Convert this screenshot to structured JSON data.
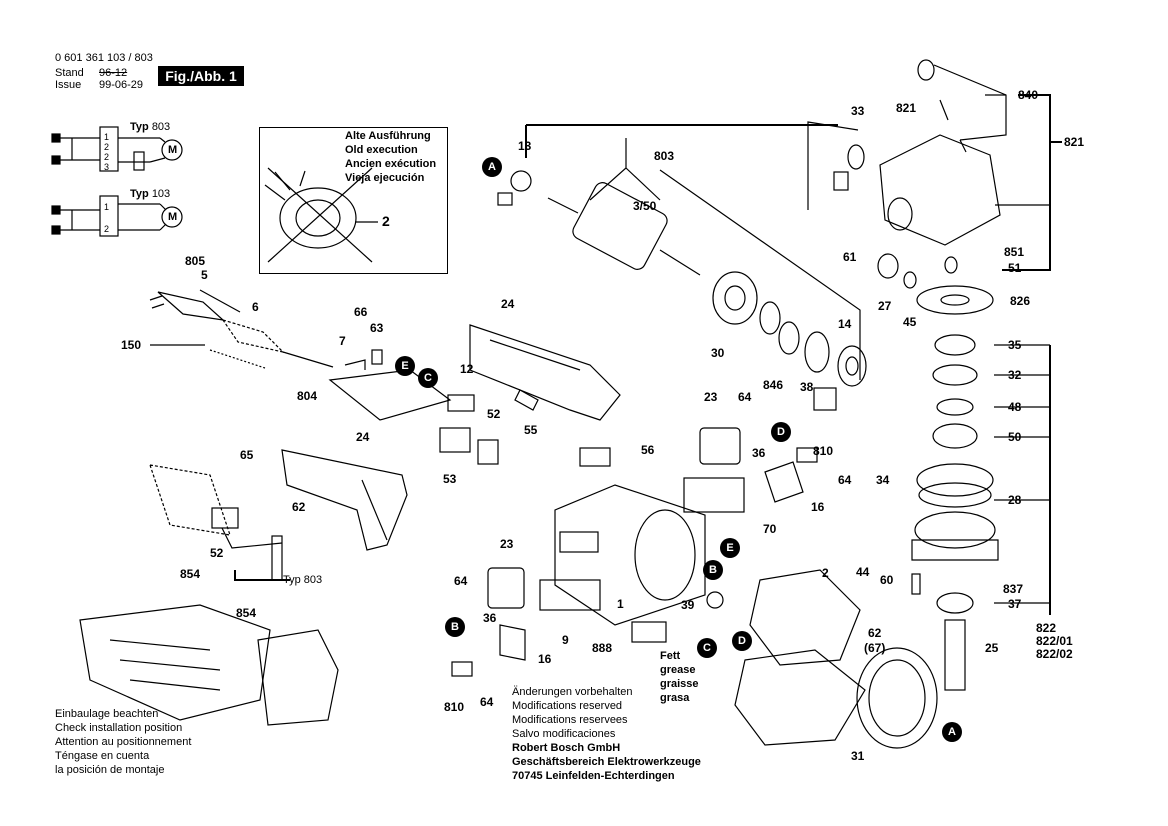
{
  "header": {
    "doc_number": "0 601 361 103 / 803",
    "stand_label": "Stand",
    "issue_label": "Issue",
    "stand_old_date": "96-12",
    "issue_date": "99-06-29",
    "fig_label": "Fig./Abb. 1"
  },
  "old_execution": {
    "lines": [
      "Alte Ausführung",
      "Old execution",
      "Ancien exécution",
      "Vieja ejecución"
    ],
    "part": "2"
  },
  "circuits": {
    "typ803": {
      "label": "Typ",
      "value": "803"
    },
    "typ103": {
      "label": "Typ",
      "value": "103"
    },
    "motor_symbol": "M",
    "terminals_803": [
      "1",
      "2",
      "2",
      "3"
    ],
    "terminals_103": [
      "1",
      "2"
    ]
  },
  "parts": {
    "p805": "805",
    "p5": "5",
    "p6": "6",
    "p66": "66",
    "p63": "63",
    "p7": "7",
    "p150": "150",
    "p804": "804",
    "p24a": "24",
    "p12": "12",
    "p52a": "52",
    "p53": "53",
    "p55": "55",
    "p24b": "24",
    "p65": "65",
    "p62a": "62",
    "p52b": "52",
    "p854a": "854",
    "typ803": "Typ 803",
    "p854b": "854",
    "p13": "13",
    "p803": "803",
    "p3_50": "3/50",
    "p30": "30",
    "p846": "846",
    "p38": "38",
    "p14": "14",
    "p23a": "23",
    "p64a": "64",
    "p56": "56",
    "p810a": "810",
    "p36a": "36",
    "p64b": "64",
    "p16a": "16",
    "p70": "70",
    "p23b": "23",
    "p64c": "64",
    "p1": "1",
    "p9": "9",
    "p36b": "36",
    "p16b": "16",
    "p888": "888",
    "p810b": "810",
    "p64d": "64",
    "p39": "39",
    "p2": "2",
    "p44": "44",
    "p62b": "62",
    "p67": "(67)",
    "p31": "31",
    "p33": "33",
    "p821a": "821",
    "p840": "840",
    "p821b": "821",
    "p61": "61",
    "p851": "851",
    "p51": "51",
    "p27": "27",
    "p45": "45",
    "p826": "826",
    "p35": "35",
    "p32": "32",
    "p48": "48",
    "p50": "50",
    "p34": "34",
    "p28": "28",
    "p60": "60",
    "p837": "837",
    "p37": "37",
    "p25": "25",
    "p822": "822",
    "p822_01": "822/01",
    "p822_02": "822/02"
  },
  "markers": {
    "A": "A",
    "B": "B",
    "C": "C",
    "D": "D",
    "E": "E"
  },
  "grease": [
    "Fett",
    "grease",
    "graisse",
    "grasa"
  ],
  "install_note": [
    "Einbaulage beachten",
    "Check installation position",
    "Attention au positionnement",
    "Téngase en cuenta",
    "la posición de montaje"
  ],
  "footer": {
    "notes": [
      "Änderungen vorbehalten",
      "Modifications reserved",
      "Modifications reservees",
      "Salvo modificaciones"
    ],
    "company": [
      "Robert Bosch GmbH",
      "Geschäftsbereich Elektrowerkzeuge",
      "70745 Leinfelden-Echterdingen"
    ]
  }
}
